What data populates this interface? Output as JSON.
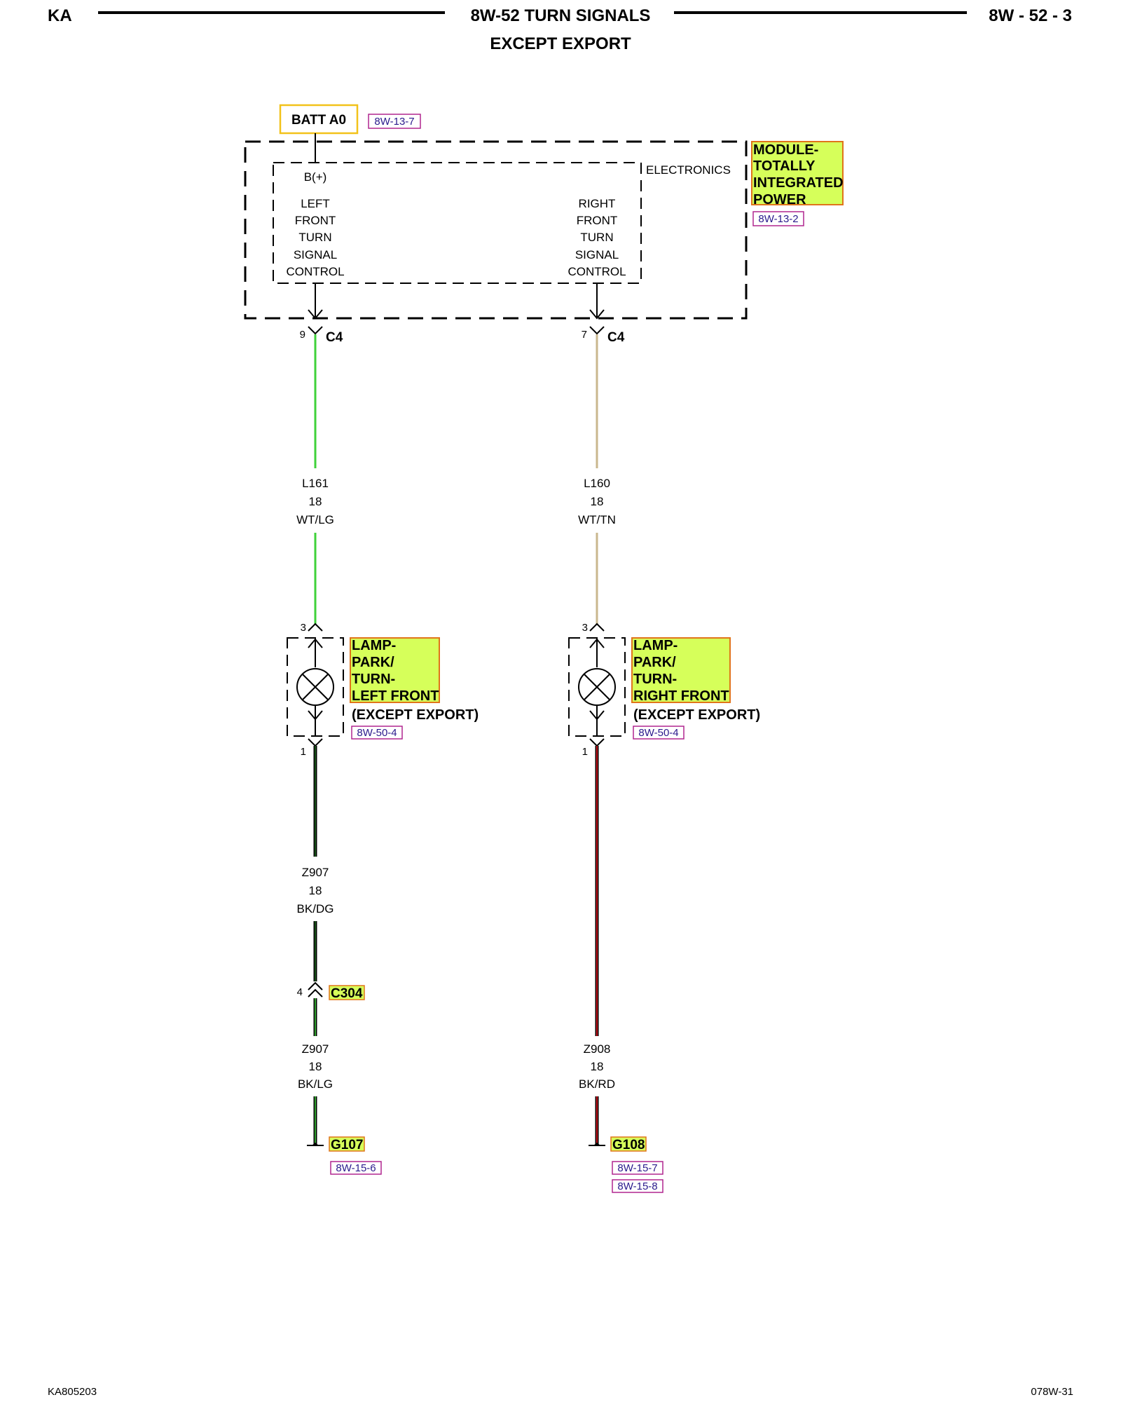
{
  "header": {
    "left": "KA",
    "title": "8W-52 TURN SIGNALS",
    "subtitle": "EXCEPT EXPORT",
    "page": "8W - 52 - 3"
  },
  "batt": {
    "label": "BATT A0",
    "ref": "8W-13-7"
  },
  "module": {
    "name_lines": [
      "MODULE-",
      "TOTALLY",
      "INTEGRATED",
      "POWER"
    ],
    "ref": "8W-13-2",
    "inner_label": "ELECTRONICS",
    "bplus": "B(+)",
    "left_lines": [
      "LEFT",
      "FRONT",
      "TURN",
      "SIGNAL",
      "CONTROL"
    ],
    "right_lines": [
      "RIGHT",
      "FRONT",
      "TURN",
      "SIGNAL",
      "CONTROL"
    ]
  },
  "left": {
    "conn_pin": "9",
    "conn": "C4",
    "wire1": {
      "circuit": "L161",
      "gauge": "18",
      "color_code": "WT/LG"
    },
    "lamp_pin_top": "3",
    "lamp_pin_bottom": "1",
    "lamp_lines": [
      "LAMP-",
      "PARK/",
      "TURN-",
      "LEFT FRONT"
    ],
    "lamp_note": "(EXCEPT EXPORT)",
    "lamp_ref": "8W-50-4",
    "wire2": {
      "circuit": "Z907",
      "gauge": "18",
      "color_code": "BK/DG"
    },
    "inline_pin": "4",
    "inline_conn": "C304",
    "wire3": {
      "circuit": "Z907",
      "gauge": "18",
      "color_code": "BK/LG"
    },
    "ground": "G107",
    "ground_refs": [
      "8W-15-6"
    ]
  },
  "right": {
    "conn_pin": "7",
    "conn": "C4",
    "wire1": {
      "circuit": "L160",
      "gauge": "18",
      "color_code": "WT/TN"
    },
    "lamp_pin_top": "3",
    "lamp_pin_bottom": "1",
    "lamp_lines": [
      "LAMP-",
      "PARK/",
      "TURN-",
      "RIGHT FRONT"
    ],
    "lamp_note": "(EXCEPT EXPORT)",
    "lamp_ref": "8W-50-4",
    "wire2": {
      "circuit": "Z908",
      "gauge": "18",
      "color_code": "BK/RD"
    },
    "ground": "G108",
    "ground_refs": [
      "8W-15-7",
      "8W-15-8"
    ]
  },
  "footer": {
    "left": "KA805203",
    "right": "078W-31"
  },
  "colors": {
    "wt_lg": "#3fd23a",
    "wt_tn": "#c9b78e",
    "bk": "#000000",
    "bk_dg_stripe": "#1f6b1f",
    "bk_lg_stripe": "#3fd23a",
    "bk_rd_stripe": "#d6141e",
    "highlight": "#d6ff5a"
  }
}
